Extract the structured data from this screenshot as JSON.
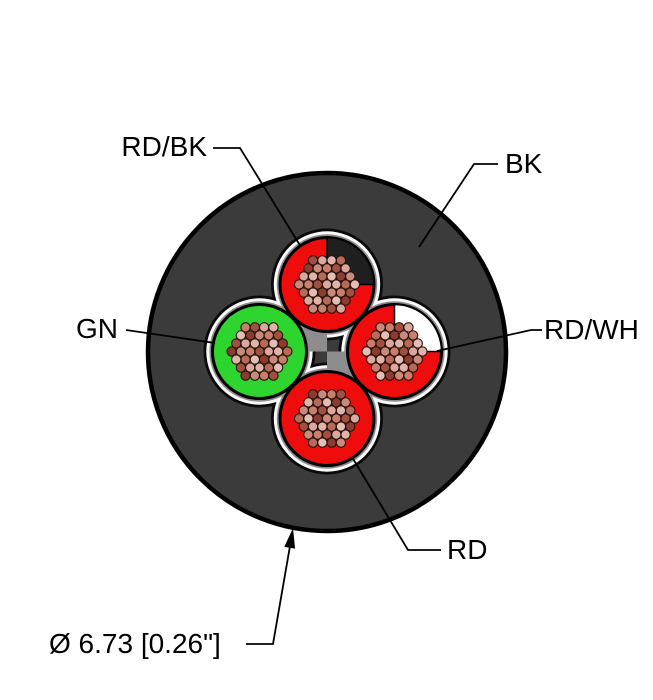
{
  "diagram": {
    "kind": "cable-cross-section",
    "conductor_count": 4
  },
  "labels": {
    "rd_bk": "RD/BK",
    "bk": "BK",
    "gn": "GN",
    "rd_wh": "RD/WH",
    "rd": "RD",
    "diameter": "Ø 6.73 [0.26\"]"
  },
  "colors": {
    "jacket": "#3b3b3b",
    "jacket_edge": "#000000",
    "filler": "#8d8d8d",
    "ring_white": "#fafafa",
    "ring_black": "#0a0a0a",
    "red": "#ee0c0c",
    "green": "#2fd52f",
    "black_stripe": "#1f1f1f",
    "white_stripe": "#ffffff",
    "conductor_edge": "#000000",
    "strand_stroke": "#2a120c",
    "strand_palette": [
      "#d9a89f",
      "#c88a7c",
      "#b66a58",
      "#a04f41",
      "#8c3b31",
      "#deb4ab",
      "#c97f6d",
      "#e2beb5"
    ],
    "leader": "#000000",
    "label_text": "#000000"
  },
  "conductors": [
    {
      "label": "RD/BK",
      "position": "top",
      "base": "red",
      "stripe": "black"
    },
    {
      "label": "GN",
      "position": "left",
      "base": "green",
      "stripe": null
    },
    {
      "label": "RD/WH",
      "position": "right",
      "base": "red",
      "stripe": "white"
    },
    {
      "label": "RD",
      "position": "bottom",
      "base": "red",
      "stripe": null
    }
  ]
}
